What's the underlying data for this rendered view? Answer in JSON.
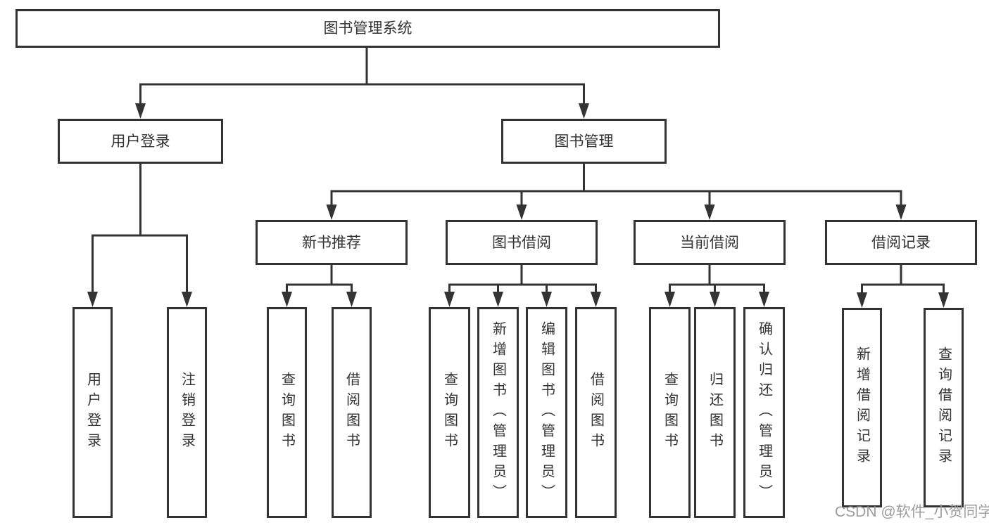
{
  "tree": {
    "root": "图书管理系统",
    "branches": [
      {
        "label": "用户登录",
        "leaves": [
          "用户登录",
          "注销登录"
        ]
      },
      {
        "label": "图书管理",
        "groups": [
          {
            "label": "新书推荐",
            "leaves": [
              "查询图书",
              "借阅图书"
            ]
          },
          {
            "label": "图书借阅",
            "leaves": [
              "查询图书",
              "新增图书（管理员）",
              "编辑图书（管理员）",
              "借阅图书"
            ]
          },
          {
            "label": "当前借阅",
            "leaves": [
              "查询图书",
              "归还图书",
              "确认归还（管理员）"
            ]
          },
          {
            "label": "借阅记录",
            "leaves": [
              "新增借阅记录",
              "查询借阅记录"
            ]
          }
        ]
      }
    ]
  },
  "watermark": {
    "text": "CSDN @软件_小贺同学"
  },
  "colors": {
    "line": "#333333",
    "text": "#333333",
    "box_background": "#ffffff",
    "watermark": "#9d9d9d",
    "background": "#ffffff"
  }
}
